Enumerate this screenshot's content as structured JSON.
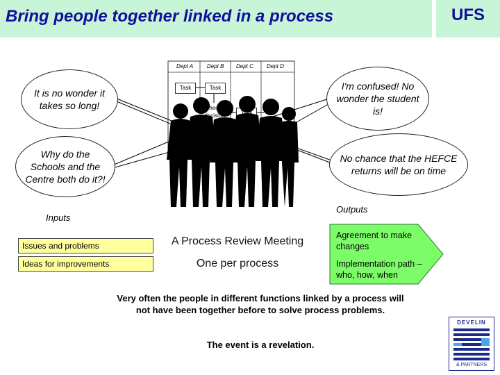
{
  "header": {
    "title": "Bring people together linked in a process",
    "brand": "UFS"
  },
  "diagram": {
    "departments": [
      "Dept A",
      "Dept B",
      "Dept C",
      "Dept D"
    ],
    "task_label": "Task",
    "decision_label": "Check / decision"
  },
  "bubbles": {
    "top_left": "It is no wonder it takes so long!",
    "mid_left": "Why do the Schools and the Centre both do it?!",
    "top_right": "I'm confused! No wonder the student is!",
    "mid_right": "No chance that the HEFCE returns will be on time"
  },
  "inputs": {
    "label": "Inputs",
    "items": [
      "Issues and problems",
      "Ideas for improvements"
    ]
  },
  "meeting": {
    "title": "A Process Review Meeting",
    "subtitle": "One per process"
  },
  "outputs": {
    "label": "Outputs",
    "items": [
      "Agreement to make changes",
      "Implementation path – who, how, when"
    ]
  },
  "footer": {
    "note": "Very often the people in different functions linked by a process will not have been together before to solve process problems.",
    "revelation": "The event is a revelation."
  },
  "logo": {
    "name": "DEVELIN",
    "sub": "& PARTNERS"
  },
  "colors": {
    "title_bar": "#c8f5d8",
    "title_text": "#10109a",
    "input_box": "#ffff9e",
    "output_arrow": "#7dfc6a"
  }
}
